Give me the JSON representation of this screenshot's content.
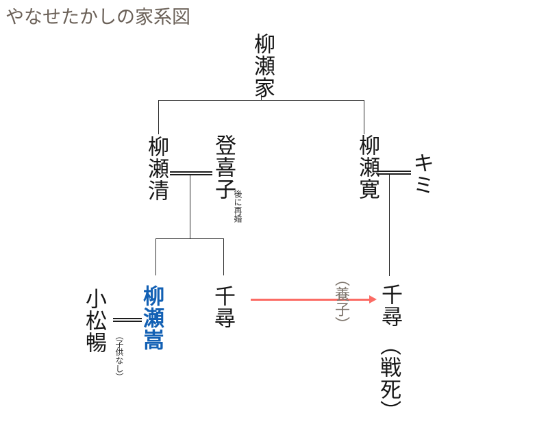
{
  "title": "やなせたかしの家系図",
  "colors": {
    "title": "#6b6158",
    "line": "#2a2a2a",
    "highlight_name": "#1260b4",
    "arrow": "#fb6b64",
    "annotation_gray": "#7c736a"
  },
  "nodes": {
    "clan": "柳瀬家",
    "father": "柳瀬清",
    "mother": "登喜子",
    "uncle": "柳瀬寛",
    "aunt": "キミ",
    "wife": "小松暢",
    "takashi": "柳瀬嵩",
    "brother_left": "千尋",
    "brother_right": "千尋"
  },
  "annotations": {
    "remarried": "後に再婚",
    "no_children": "（子供なし）",
    "adopted": "（養子）",
    "killed_in_war": "（戦死）"
  },
  "relations": [
    {
      "type": "marriage",
      "left": "柳瀬清",
      "right": "登喜子",
      "note": "後に再婚"
    },
    {
      "type": "marriage",
      "left": "柳瀬寛",
      "right": "キミ",
      "note": ""
    },
    {
      "type": "marriage",
      "left": "小松暢",
      "right": "柳瀬嵩",
      "note": "（子供なし）"
    },
    {
      "type": "descends",
      "parent": "柳瀬家",
      "children": [
        "柳瀬清",
        "柳瀬寛"
      ]
    },
    {
      "type": "descends",
      "parent": "柳瀬清・登喜子",
      "children": [
        "柳瀬嵩",
        "千尋"
      ]
    },
    {
      "type": "adoption",
      "from": "千尋",
      "to": "千尋",
      "note": "（養子）"
    }
  ]
}
